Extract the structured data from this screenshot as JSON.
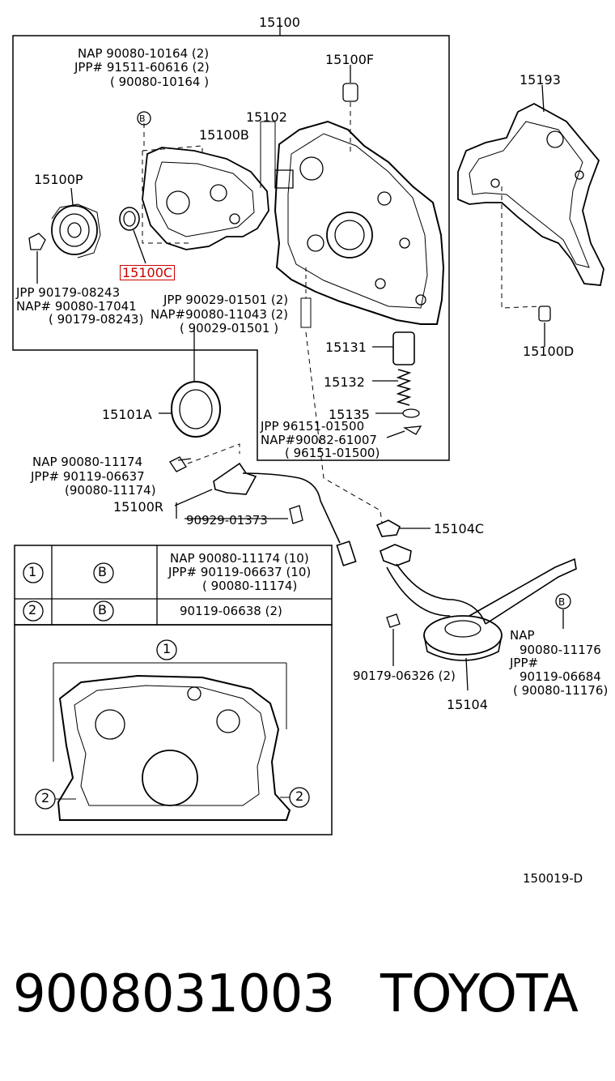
{
  "parts": {
    "p15100": "15100",
    "p15100F": "15100F",
    "p15193": "15193",
    "p15102": "15102",
    "p15100B": "15100B",
    "p15100P": "15100P",
    "p15100C": "15100C",
    "p15100D": "15100D",
    "p15131": "15131",
    "p15132": "15132",
    "p15135": "15135",
    "p15101A": "15101A",
    "p15100R": "15100R",
    "p15104C": "15104C",
    "p15104": "15104"
  },
  "callouts": {
    "topleft": [
      "NAP   90080-10164 (2)",
      "JPP#  91511-60616 (2)",
      "( 90080-10164 )"
    ],
    "left": [
      "JPP     90179-08243",
      "NAP#  90080-17041",
      "( 90179-08243)"
    ],
    "mid": [
      "JPP   90029-01501 (2)",
      "NAP#90080-11043 (2)",
      "( 90029-01501 )"
    ],
    "right": [
      "JPP   96151-01500",
      "NAP#90082-61007",
      "( 96151-01500)"
    ],
    "sensor": [
      "NAP  90080-11174",
      "JPP# 90119-06637",
      "(90080-11174)"
    ],
    "sensor_conn": "90929-01373",
    "pan_bolt": "90179-06326 (2)",
    "pan_right": [
      "NAP",
      "90080-11176",
      "JPP#",
      "90119-06684",
      "( 90080-11176)"
    ]
  },
  "bolt_marker": "B",
  "table": {
    "row1": {
      "num": "1",
      "marker": "B",
      "lines": [
        "NAP  90080-11174 (10)",
        "JPP# 90119-06637 (10)",
        "( 90080-11174)"
      ]
    },
    "row2": {
      "num": "2",
      "marker": "B",
      "text": "90119-06638 (2)"
    }
  },
  "inset_markers": {
    "top": "1",
    "left": "2",
    "right": "2"
  },
  "diagram_code": "150019-D",
  "footer": {
    "part_number": "9008031003",
    "brand": "TOYOTA"
  },
  "colors": {
    "highlight": "#cc0000",
    "ink": "#000000"
  }
}
